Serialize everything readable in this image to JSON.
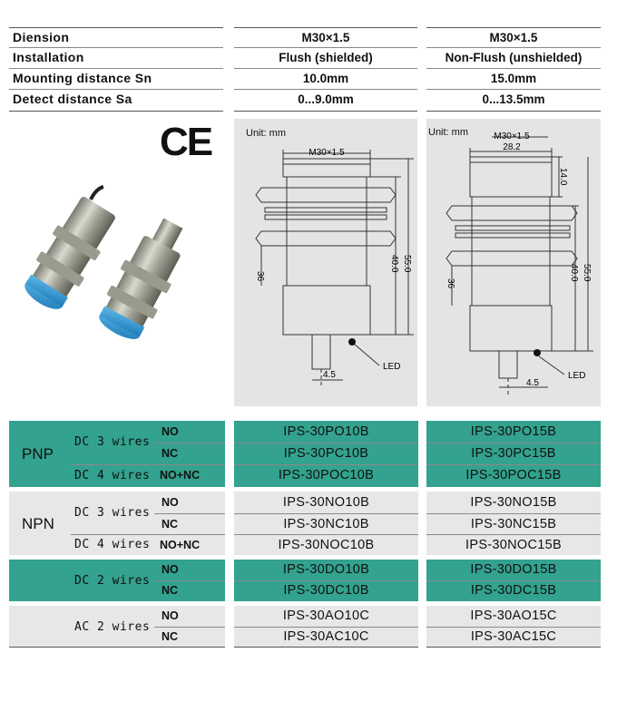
{
  "specs": [
    {
      "label": "Diension",
      "v1": "M30×1.5",
      "v2": "M30×1.5"
    },
    {
      "label": "Installation",
      "v1": "Flush (shielded)",
      "v2": "Non-Flush (unshielded)"
    },
    {
      "label": "Mounting distance Sn",
      "v1": "10.0mm",
      "v2": "15.0mm"
    },
    {
      "label": "Detect distance Sa",
      "v1": "0...9.0mm",
      "v2": "0...13.5mm"
    }
  ],
  "ce_mark": "CE",
  "drawing_left": {
    "unit": "Unit: mm",
    "thread": "M30×1.5",
    "dim_40": "40.0",
    "dim_55": "55.0",
    "wrench": "36",
    "cable": "4.5",
    "led": "LED"
  },
  "drawing_right": {
    "unit": "Unit: mm",
    "thread": "M30×1.5",
    "body": "28.2",
    "dim_14": "14.0",
    "dim_40": "40.0",
    "dim_55": "55.0",
    "wrench": "36",
    "cable": "4.5",
    "led": "LED"
  },
  "groups": {
    "pnp": "PNP",
    "npn": "NPN"
  },
  "wires": {
    "dc3": "DC 3 wires",
    "dc4": "DC 4 wires",
    "dc2": "DC 2 wires",
    "ac2": "AC 2 wires"
  },
  "switch": {
    "no": "NO",
    "nc": "NC",
    "nonc": "NO+NC"
  },
  "models": {
    "pnp_no": [
      "IPS-30PO10B",
      "IPS-30PO15B"
    ],
    "pnp_nc": [
      "IPS-30PC10B",
      "IPS-30PC15B"
    ],
    "pnp_nonc": [
      "IPS-30POC10B",
      "IPS-30POC15B"
    ],
    "npn_no": [
      "IPS-30NO10B",
      "IPS-30NO15B"
    ],
    "npn_nc": [
      "IPS-30NC10B",
      "IPS-30NC15B"
    ],
    "npn_nonc": [
      "IPS-30NOC10B",
      "IPS-30NOC15B"
    ],
    "dc2_no": [
      "IPS-30DO10B",
      "IPS-30DO15B"
    ],
    "dc2_nc": [
      "IPS-30DC10B",
      "IPS-30DC15B"
    ],
    "ac2_no": [
      "IPS-30AO10C",
      "IPS-30AO15C"
    ],
    "ac2_nc": [
      "IPS-30AC10C",
      "IPS-30AC15C"
    ]
  },
  "colors": {
    "teal": "#33a28e",
    "gray": "#e7e7e9",
    "panel": "#e4e4e4"
  }
}
